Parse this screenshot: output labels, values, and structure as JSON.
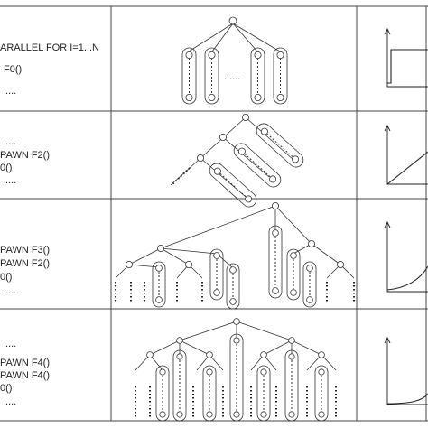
{
  "rows": [
    {
      "id": "parallel-for",
      "code": [
        "ARALLEL FOR I=1...N",
        "F0()",
        "...."
      ],
      "ellipsis": "......"
    },
    {
      "id": "spawn-f2",
      "code": [
        "....",
        "PAWN F2()",
        "0()",
        "...."
      ]
    },
    {
      "id": "spawn-f3",
      "code": [
        "PAWN F3()",
        "PAWN F2()",
        "0()",
        "...."
      ]
    },
    {
      "id": "spawn-f4",
      "code": [
        "....",
        "PAWN F4()",
        "PAWN F4()",
        "0()",
        "...."
      ]
    }
  ],
  "colors": {
    "line": "#333333",
    "grid": "#444444",
    "background": "#ffffff"
  }
}
